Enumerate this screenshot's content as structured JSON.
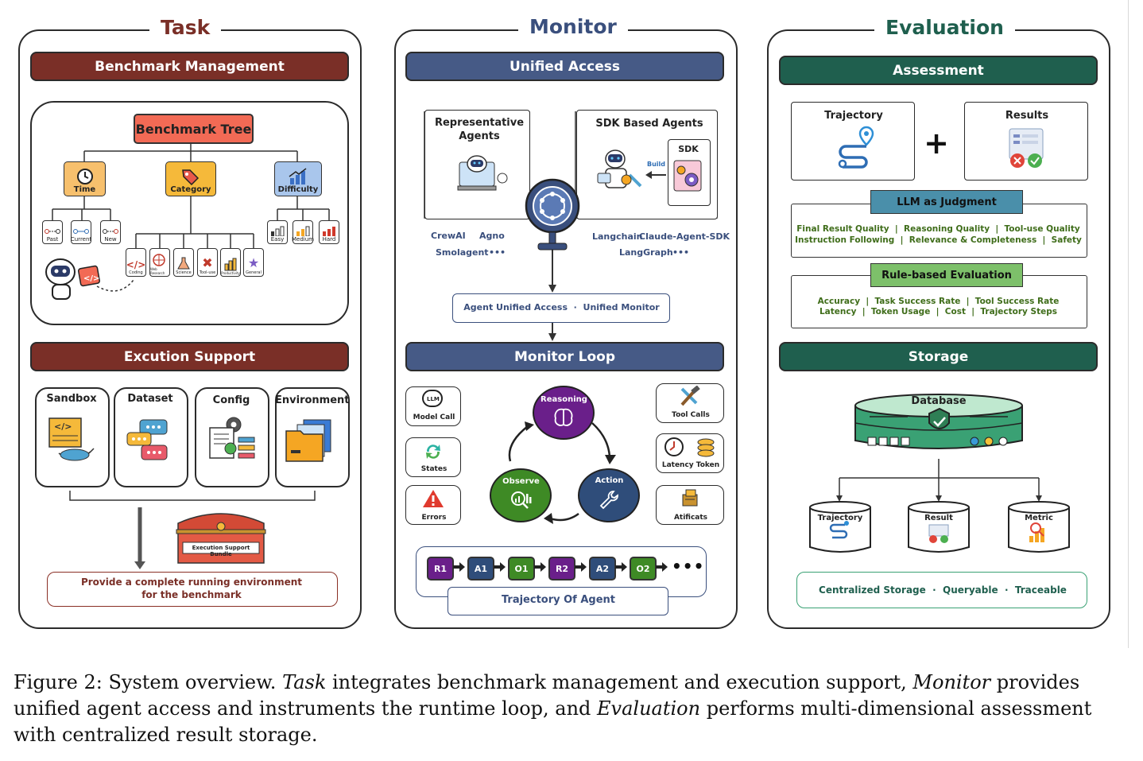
{
  "task": {
    "title": "Task",
    "benchmark_management": "Benchmark Management",
    "benchmark_tree": "Benchmark Tree",
    "categories": [
      {
        "label": "Time",
        "icon": "clock-icon",
        "color": "#f7c06d"
      },
      {
        "label": "Category",
        "icon": "tag-icon",
        "color": "#f5b93a"
      },
      {
        "label": "Difficulty",
        "icon": "growth-chart-icon",
        "color": "#a9c6ec"
      }
    ],
    "time_leaves": [
      "Past",
      "Current",
      "New"
    ],
    "category_leaves": [
      "Coding",
      "Web Research",
      "Science",
      "Tool-use",
      "Productivity",
      "General"
    ],
    "difficulty_leaves": [
      "Easy",
      "Medium",
      "Hard"
    ],
    "execution_support": "Excution Support",
    "support_items": [
      "Sandbox",
      "Dataset",
      "Config",
      "Environment"
    ],
    "bundle_label": "Execution Support Bundle",
    "provide_text_line1": "Provide a complete running environment",
    "provide_text_line2": "for the benchmark"
  },
  "monitor": {
    "title": "Monitor",
    "unified_access": "Unified Access",
    "representative_agents_line1": "Representative",
    "representative_agents_line2": "Agents",
    "sdk_agents": "SDK Based Agents",
    "sdk_label": "SDK",
    "build_label": "Build",
    "left_frameworks": [
      "CrewAI",
      "Agno",
      "Smolagent",
      "•••"
    ],
    "right_frameworks": [
      "Langchain",
      "Claude-Agent-SDK",
      "LangGraph",
      "•••"
    ],
    "unified_text": "Agent Unified Access  ·  Unified Monitor",
    "monitor_loop": "Monitor Loop",
    "left_items": [
      "Model Call",
      "States",
      "Errors"
    ],
    "right_items": [
      "Tool Calls",
      "Latency Token",
      "Atificats"
    ],
    "loop_nodes": [
      "Reasoning",
      "Action",
      "Observe"
    ],
    "trajectory_steps": [
      "R1",
      "A1",
      "O1",
      "R2",
      "A2",
      "O2"
    ],
    "trajectory_more": "•••",
    "trajectory_label": "Trajectory Of Agent",
    "colors": {
      "reasoning": "#6a1f8a",
      "action": "#2f4d7a",
      "observe": "#3e8a25"
    }
  },
  "evaluation": {
    "title": "Evaluation",
    "assessment": "Assessment",
    "trajectory": "Trajectory",
    "results": "Results",
    "plus": "+",
    "llm_judgment": "LLM as Judgment",
    "llm_line1": "Final Result Quality  |  Reasoning Quality  |  Tool-use Quality",
    "llm_line2": "Instruction Following  |  Relevance & Completeness  |  Safety",
    "rule_based": "Rule-based Evaluation",
    "rule_line1": "Accuracy  |  Task Success Rate  |  Tool Success Rate",
    "rule_line2": "Latency  |  Token Usage  |  Cost  |  Trajectory Steps",
    "storage": "Storage",
    "database": "Database",
    "stores": [
      "Trajectory",
      "Result",
      "Metric"
    ],
    "storage_text": "Centralized Storage  ·  Queryable  ·  Traceable"
  },
  "caption": {
    "prefix": "Figure 2: System overview. ",
    "task_em": "Task",
    "part1": " integrates benchmark management and execution support, ",
    "monitor_em": "Monitor",
    "part2": " provides unified agent access and instruments the runtime loop, and ",
    "evaluation_em": "Evaluation",
    "part3": " performs multi-dimensional assessment with centralized result storage."
  }
}
